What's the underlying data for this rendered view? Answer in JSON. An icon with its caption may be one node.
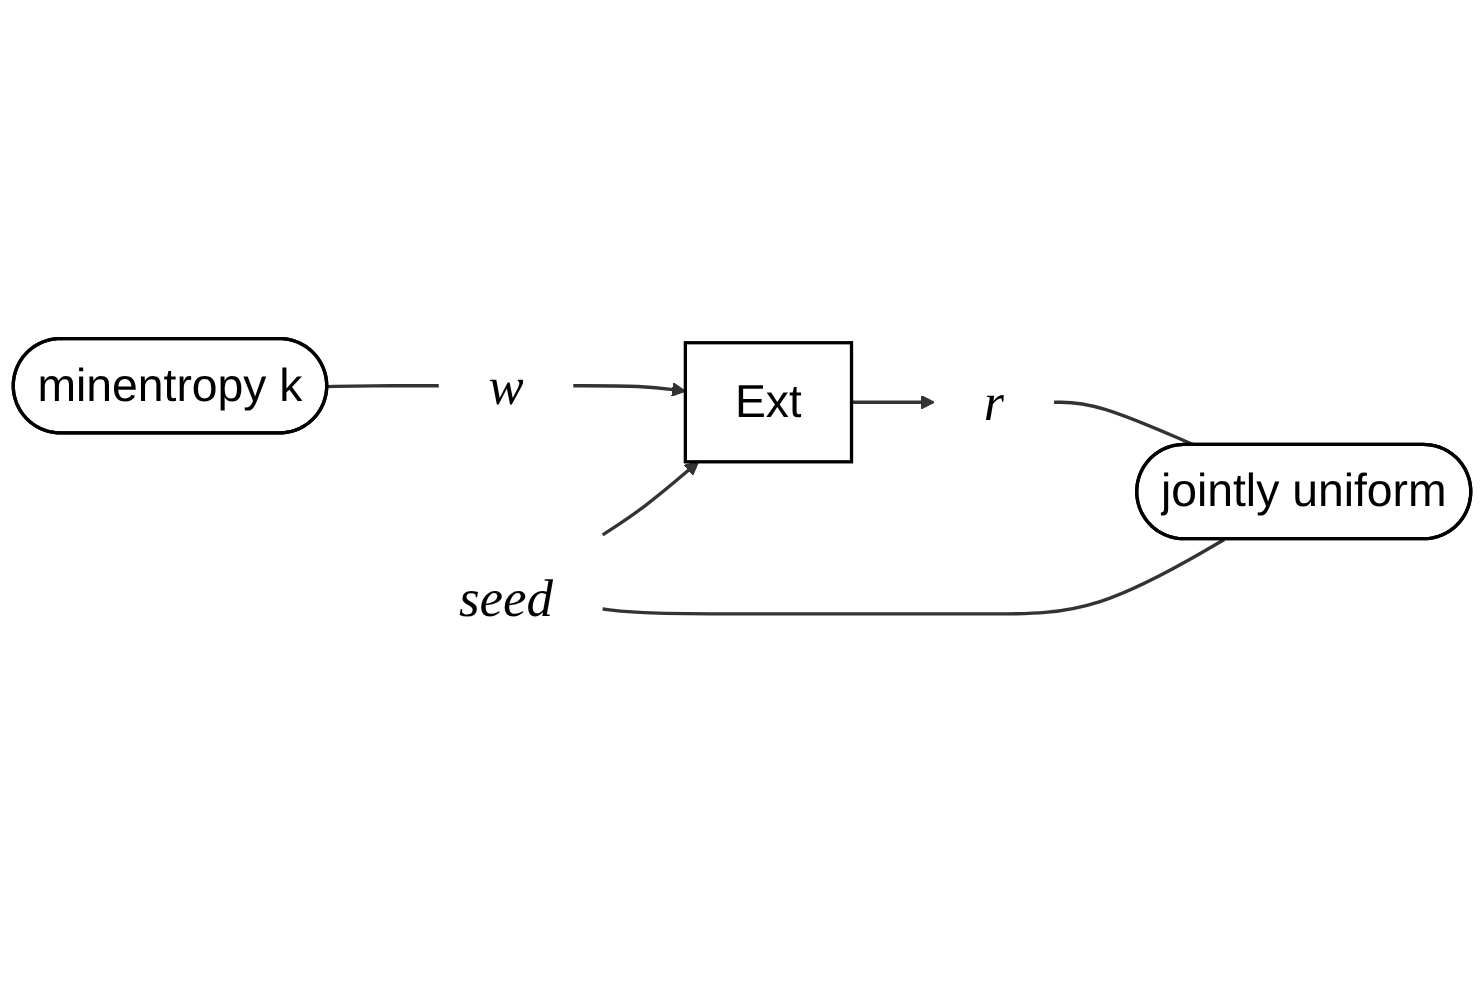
{
  "diagram": {
    "nodes": [
      {
        "text": [
          "minentropy k"
        ]
      },
      {
        "text": [
          "w"
        ]
      },
      {
        "text": [
          "seed"
        ]
      },
      {
        "text": [
          "Ext"
        ]
      },
      {
        "text": [
          "r"
        ]
      },
      {
        "text": [
          "jointly uniform"
        ]
      }
    ],
    "edges": [
      {
        "from": 0,
        "to": 1,
        "arrow": "none"
      },
      {
        "from": 1,
        "to": 3,
        "arrow": "to"
      },
      {
        "from": 2,
        "to": 3,
        "arrow": "to"
      },
      {
        "from": 3,
        "to": 4,
        "arrow": "to"
      },
      {
        "from": 2,
        "to": 5,
        "arrow": "none"
      },
      {
        "from": 4,
        "to": 5,
        "arrow": "none"
      }
    ]
  }
}
